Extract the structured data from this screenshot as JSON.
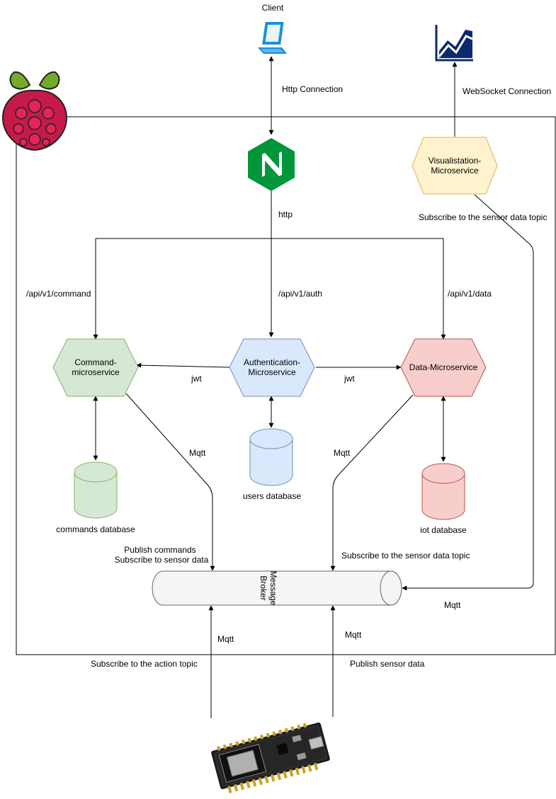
{
  "nodes": {
    "client": "Client",
    "command_ms": [
      "Command-",
      "microservice"
    ],
    "auth_ms": [
      "Authentication-",
      "Microservice"
    ],
    "data_ms": "Data-Microservice",
    "vis_ms": [
      "Visualistation-",
      "Microservice"
    ],
    "broker": [
      "Message",
      "Broker"
    ],
    "commands_db": "commands database",
    "users_db": "users database",
    "iot_db": "iot database"
  },
  "edges": {
    "http_connection": "Http Connection",
    "websocket_connection": "WebSocket Connection",
    "http": "http",
    "route_command": "/api/v1/command",
    "route_auth": "/api/v1/auth",
    "route_data": "/api/v1/data",
    "jwt_left": "jwt",
    "jwt_right": "jwt",
    "mqtt_command": "Mqtt",
    "mqtt_data": "Mqtt",
    "mqtt_vis": "Mqtt",
    "mqtt_device_left": "Mqtt",
    "mqtt_device_right": "Mqtt",
    "vis_subscribe": "Subscribe to the sensor data topic",
    "publish_commands": [
      "Publish commands",
      "Subscribe to sensor data"
    ],
    "data_subscribe": "Subscribe to the sensor data topic",
    "subscribe_action": "Subscribe to the action topic",
    "publish_sensor": "Publish sensor data"
  },
  "icons": [
    "laptop-icon",
    "chart-icon",
    "raspberry-pi-logo",
    "nginx-logo",
    "esp8266-board"
  ],
  "colors": {
    "command_fill": "#d5e8d4",
    "command_stroke": "#82b366",
    "auth_fill": "#dae8fc",
    "auth_stroke": "#6c8ebf",
    "data_fill": "#f8cecc",
    "data_stroke": "#b85450",
    "vis_fill": "#fff2cc",
    "vis_stroke": "#d6b656",
    "broker_fill": "#f5f5f5",
    "broker_stroke": "#666666",
    "nginx_green": "#009639"
  }
}
